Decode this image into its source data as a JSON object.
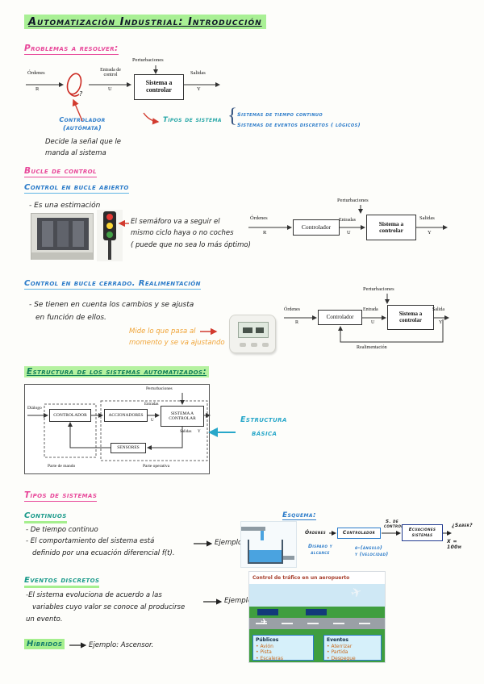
{
  "title": "Automatización Industrial: Introducción",
  "colors": {
    "pink": "#e8489a",
    "blue": "#2b7bc9",
    "teal": "#2aa8a8",
    "green_highlight": "#a9f095",
    "orange": "#f0a437",
    "red": "#d23b2f"
  },
  "problemas": {
    "heading": "Problemas a resolver:",
    "diagram": {
      "perturbaciones": "Perturbaciones",
      "ordenes": "Órdenes",
      "r": "R",
      "entrada_control": "Entrada de control",
      "u": "U",
      "sistema": "Sistema a controlar",
      "salidas": "Salidas",
      "y": "Y",
      "question_mark": "?"
    },
    "controlador_line1": "Controlador",
    "controlador_line2": "(autómata)",
    "tipos_label": "Tipos de sistema",
    "brace": "{",
    "tipos": [
      "Sistemas de tiempo continuo",
      "Sistemas de eventos discretos ( lógicos)"
    ],
    "nota_line1": "Decide la señal que le",
    "nota_line2": "manda al sistema"
  },
  "bucle": {
    "heading": "Bucle de control",
    "abierto": {
      "heading": "Control en bucle abierto",
      "bullet": "- Es una estimación",
      "nota_line1": "El semáforo va a seguir el",
      "nota_line2": "mismo ciclo haya o no coches",
      "nota_line3": "( puede que no sea lo más óptimo)",
      "diagram": {
        "perturbaciones": "Perturbaciones",
        "ordenes": "Órdenes",
        "r": "R",
        "controlador": "Controlador",
        "entradas": "Entradas",
        "u": "U",
        "sistema": "Sistema a controlar",
        "salidas": "Salidas",
        "y": "Y"
      }
    },
    "cerrado": {
      "heading": "Control en bucle cerrado. Realimentación",
      "bullet_line1": "- Se tienen en cuenta los cambios y se ajusta",
      "bullet_line2": "en función de ellos.",
      "nota_line1": "Mide lo que pasa al",
      "nota_line2": "momento y se va ajustando",
      "diagram": {
        "perturbaciones": "Perturbaciones",
        "ordenes": "Órdenes",
        "r": "R",
        "controlador": "Controlador",
        "entrada": "Entrada",
        "u": "U",
        "sistema": "Sistema a controlar",
        "salida": "Salida",
        "y": "Y",
        "realimentacion": "Realimentación"
      }
    }
  },
  "estructura": {
    "heading": "Estructura de los sistemas automatizados:",
    "diagram": {
      "dialogo": "Diálogo",
      "perturbaciones": "Perturbaciones",
      "controlador": "CONTROLADOR",
      "accionadores": "ACCIONADORES",
      "entradas": "Entradas",
      "u": "U",
      "sistema": "SISTEMA A CONTROLAR",
      "salidas": "Salidas",
      "y": "Y",
      "sensores": "SENSORES",
      "parte_mando": "Parte de mando",
      "parte_operativa": "Parte operativa"
    },
    "nota_line1": "Estructura",
    "nota_line2": "básica"
  },
  "tipos": {
    "heading": "Tipos de sistemas",
    "continuos": {
      "heading": "Continuos",
      "bullet1": "- De tiempo continuo",
      "bullet2_line1": "- El comportamiento del sistema está",
      "bullet2_line2": "definido por una ecuación diferencial f(t).",
      "ejemplo_label": "Ejemplo:",
      "esquema_label": "Esquema:",
      "esquema": {
        "ordenes": "Órdenes",
        "controlador": "Controlador",
        "s_control_line1": "S. de",
        "s_control_line2": "control",
        "ecuaciones_line1": "Ecuaciones",
        "ecuaciones_line2": "sistemas",
        "salida_q": "¿Saber?",
        "salida_valor": "X = 100m",
        "nota1_line1": "Disparo y",
        "nota1_line2": "alcance",
        "nota2_line1": "θ-(ángulo)",
        "nota2_line2": "y (velocidad)"
      }
    },
    "discretos": {
      "heading": "Eventos discretos",
      "bullet_line1": "-El sistema evoluciona de acuerdo a las",
      "bullet_line2": "variables cuyo valor se conoce al producirse",
      "bullet_line3": "un evento.",
      "ejemplo_label": "Ejemplo:",
      "imagen": {
        "titulo": "Control de tráfico en un aeropuerto",
        "publicos_titulo": "Públicos",
        "publicos": [
          "Avión",
          "Pista",
          "Escaleras"
        ],
        "eventos_titulo": "Eventos",
        "eventos": [
          "Aterrizar",
          "Partida",
          "Despegue"
        ]
      }
    },
    "hibridos": {
      "heading": "Híbridos",
      "ejemplo": "Ejemplo: Ascensor."
    }
  }
}
